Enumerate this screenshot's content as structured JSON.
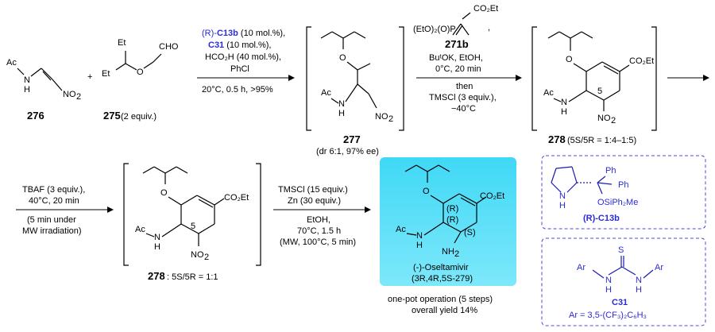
{
  "colors": {
    "catalyst_blue": "#2b2bd6",
    "highlight_cyan": "#35d2f0"
  },
  "step1": {
    "sm1_label": "276",
    "sm2_label": "275",
    "sm2_equiv": " (2 equiv.)",
    "plus": "+",
    "cond_line1a": "(R)-",
    "cond_line1b": "C13b",
    "cond_line1c": " (10 mol.%),",
    "cond_line2a": "C31",
    "cond_line2b": " (10 mol.%),",
    "cond_line3": "HCO₂H (40 mol.%),",
    "cond_line4": "PhCl",
    "cond_below": "20°C, 0.5 h, >95%",
    "product_label": "277",
    "product_note": "(dr 6:1, 97% ee)"
  },
  "step2": {
    "reagent_label": "271b",
    "cond1": "BuᵗOK, EtOH,",
    "cond2": "0°C, 20 min",
    "cond3": "then",
    "cond4": "TMSCl (3 equiv.),",
    "cond5": "−40°C",
    "product_label": "278",
    "product_note": " (5S/5R = 1:4–1:5)"
  },
  "step3": {
    "cond1": "TBAF (3 equiv.),",
    "cond2": "40°C, 20 min",
    "cond3": "(5 min under",
    "cond4": "MW irradiation)",
    "product_label": "278",
    "product_note": ": 5S/5R = 1:1"
  },
  "step4": {
    "cond1": "TMSCl (15 equiv.)",
    "cond2": "Zn (30 equiv.)",
    "cond3": "EtOH,",
    "cond4": "70°C, 1.5 h",
    "cond5": "(MW, 100°C, 5 min)",
    "product_name": "(-)-Oseltamivir",
    "product_label": "(3R,4R,5S-279)",
    "summary1": "one-pot operation (5 steps)",
    "summary2": "overall yield 14%"
  },
  "catalysts": {
    "c13b_label": "(R)-C13b",
    "c31_label": "C31",
    "c31_ar": "Ar = 3,5-(CF₃)₂C₆H₃"
  }
}
